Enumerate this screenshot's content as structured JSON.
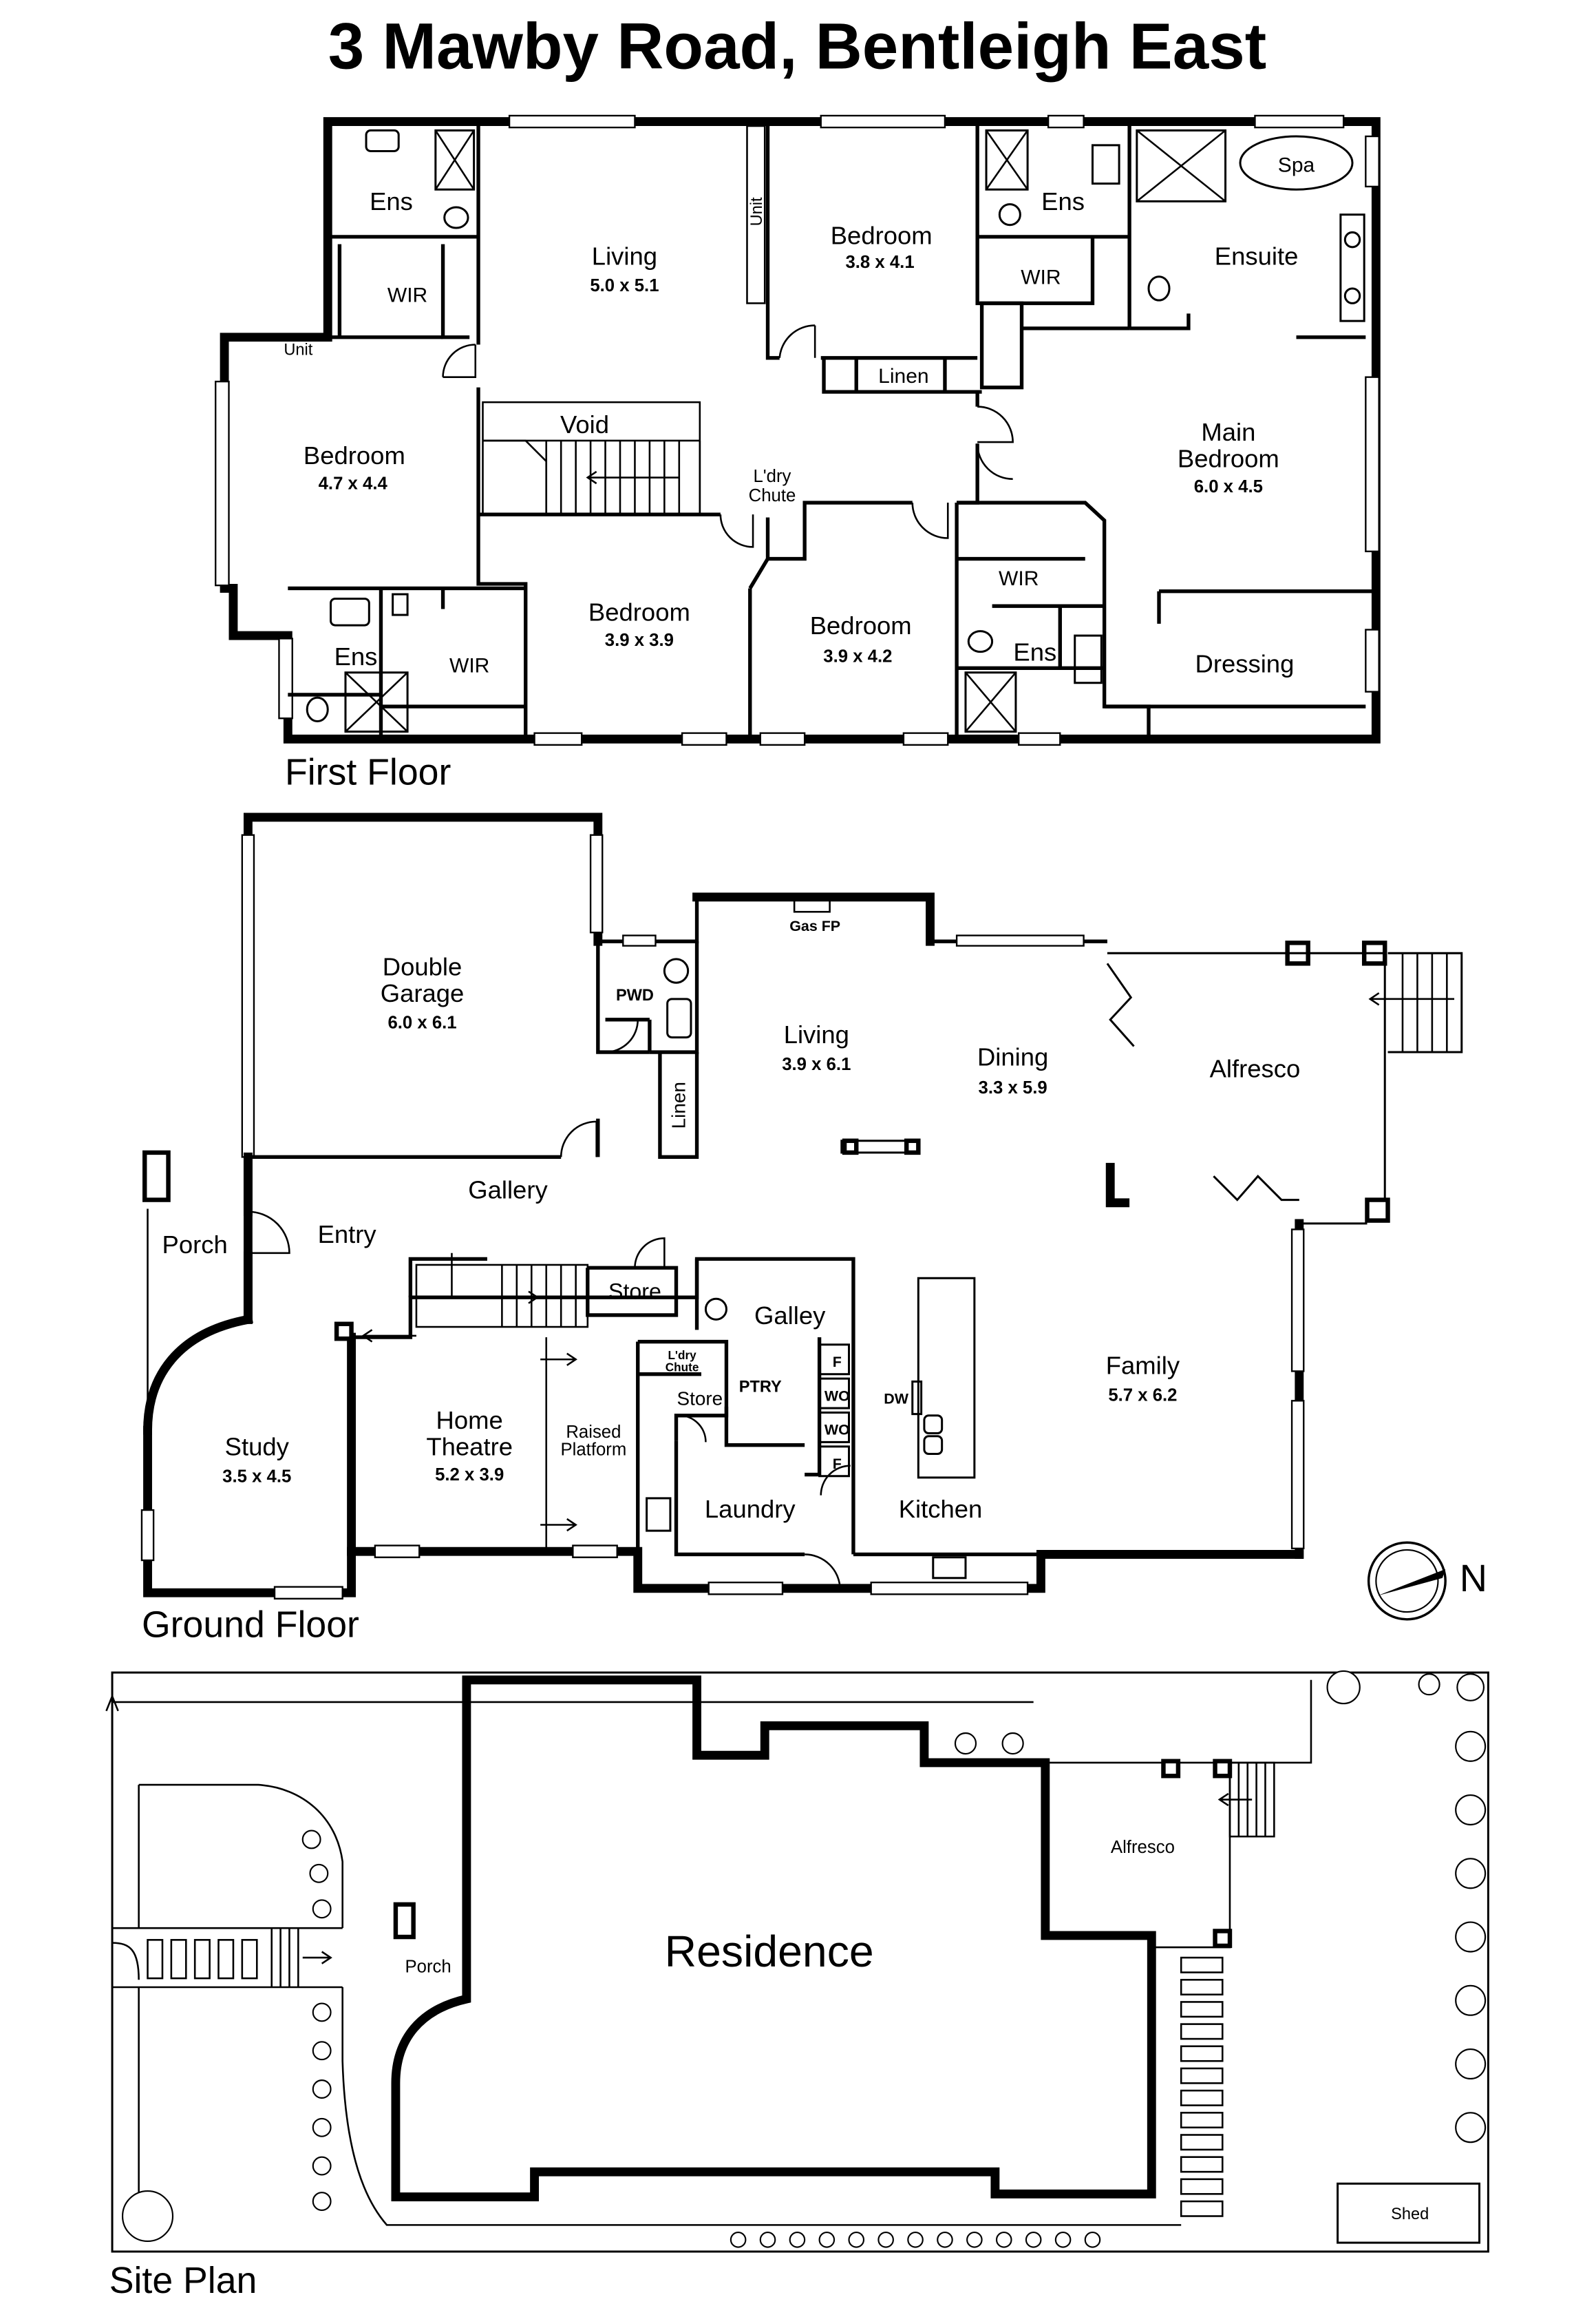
{
  "title": "3 Mawby Road, Bentleigh East",
  "first_floor": {
    "heading": "First Floor",
    "rooms": {
      "ens_nw": "Ens",
      "wir_nw": "WIR",
      "unit_w": "Unit",
      "bed_w": "Bedroom",
      "bed_w_size": "4.7 x 4.4",
      "living": "Living",
      "living_size": "5.0 x 5.1",
      "unit_c": "Unit",
      "void": "Void",
      "bed_n": "Bedroom",
      "bed_n_size": "3.8 x 4.1",
      "ens_n": "Ens",
      "wir_n": "WIR",
      "linen": "Linen",
      "ldry_chute_1": "L'dry",
      "ldry_chute_2": "Chute",
      "spa": "Spa",
      "ensuite": "Ensuite",
      "main_bed_1": "Main",
      "main_bed_2": "Bedroom",
      "main_bed_size": "6.0 x 4.5",
      "ens_sw": "Ens",
      "wir_sw": "WIR",
      "bed_s1": "Bedroom",
      "bed_s1_size": "3.9 x 3.9",
      "bed_s2": "Bedroom",
      "bed_s2_size": "3.9 x 4.2",
      "wir_se": "WIR",
      "ens_se": "Ens",
      "dressing": "Dressing"
    }
  },
  "ground_floor": {
    "heading": "Ground Floor",
    "rooms": {
      "garage_1": "Double",
      "garage_2": "Garage",
      "garage_size": "6.0 x 6.1",
      "pwd": "PWD",
      "linen": "Linen",
      "gas_fp": "Gas FP",
      "living": "Living",
      "living_size": "3.9 x 6.1",
      "dining": "Dining",
      "dining_size": "3.3 x 5.9",
      "alfresco": "Alfresco",
      "gallery": "Gallery",
      "porch": "Porch",
      "entry": "Entry",
      "store_1": "Store",
      "galley": "Galley",
      "ldry_chute_1": "L'dry",
      "ldry_chute_2": "Chute",
      "store_2": "Store",
      "ptry": "PTRY",
      "f1": "F",
      "wo1": "WO",
      "wo2": "WO",
      "f2": "F",
      "dw": "DW",
      "family": "Family",
      "family_size": "5.7 x 6.2",
      "study": "Study",
      "study_size": "3.5 x 4.5",
      "theatre_1": "Home",
      "theatre_2": "Theatre",
      "theatre_size": "5.2 x 3.9",
      "platform_1": "Raised",
      "platform_2": "Platform",
      "laundry": "Laundry",
      "kitchen": "Kitchen"
    },
    "north_label": "N"
  },
  "site_plan": {
    "heading": "Site Plan",
    "residence": "Residence",
    "porch": "Porch",
    "alfresco": "Alfresco",
    "shed": "Shed"
  }
}
